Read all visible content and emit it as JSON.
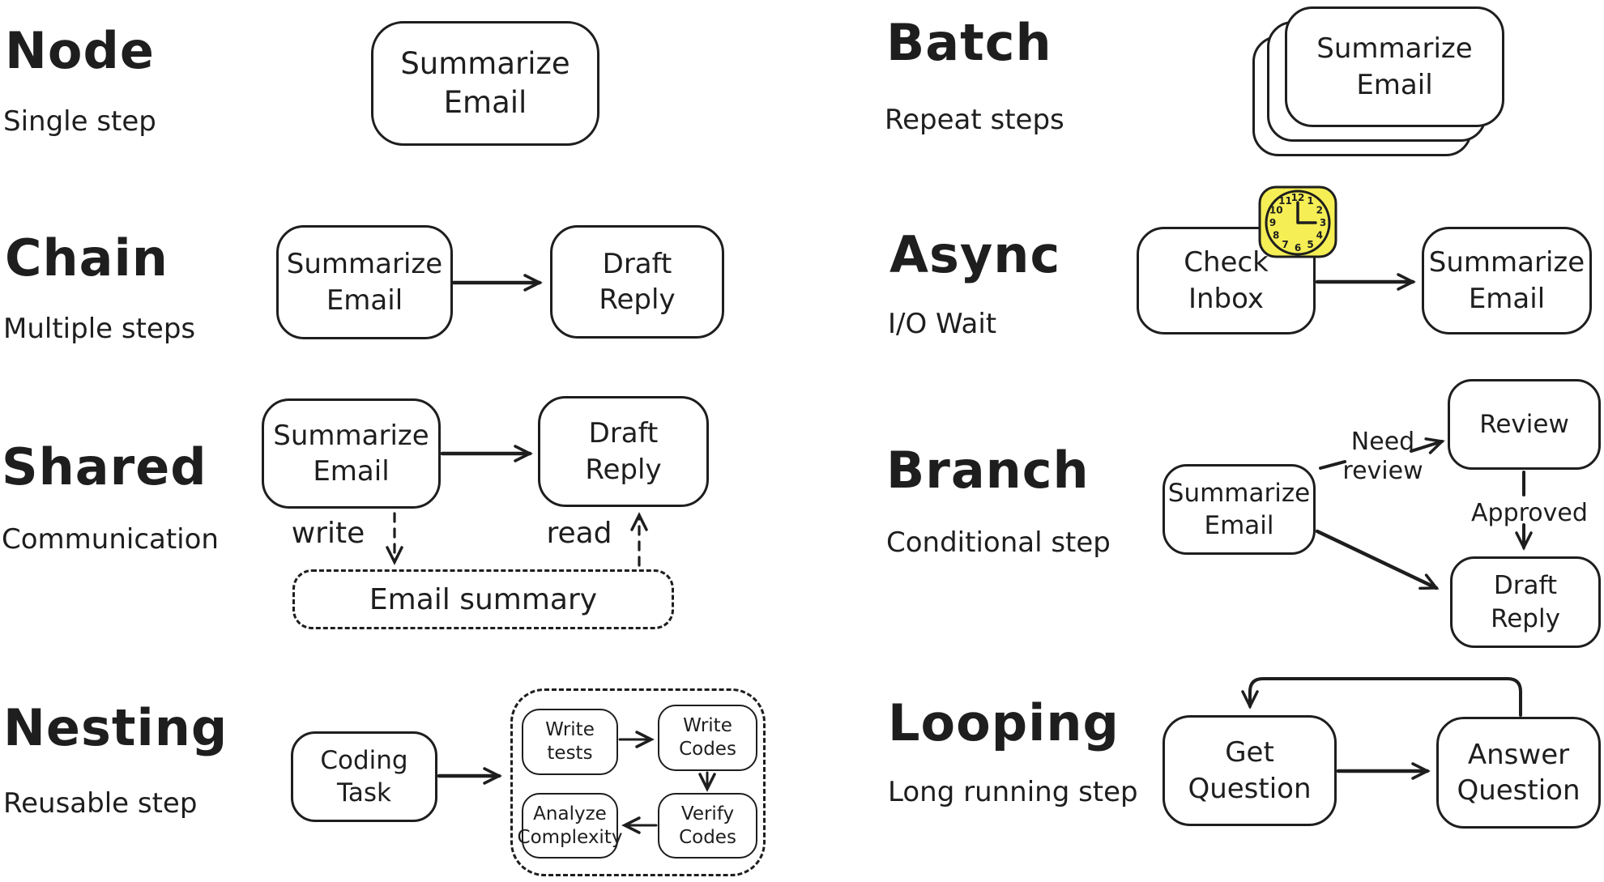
{
  "palette": {
    "ink": "#1e1e1e",
    "background": "#ffffff",
    "clock_fill": "#f5ee55"
  },
  "icons": {
    "clock": "clock-icon"
  },
  "sections": {
    "node": {
      "title": "Node",
      "subtitle": "Single step",
      "box": "Summarize\nEmail"
    },
    "chain": {
      "title": "Chain",
      "subtitle": "Multiple steps",
      "box1": "Summarize\nEmail",
      "box2": "Draft\nReply"
    },
    "shared": {
      "title": "Shared",
      "subtitle": "Communication",
      "box1": "Summarize\nEmail",
      "box2": "Draft\nReply",
      "write_label": "write",
      "read_label": "read",
      "store": "Email summary"
    },
    "nesting": {
      "title": "Nesting",
      "subtitle": "Reusable step",
      "box": "Coding\nTask",
      "inner_top_left": "Write\ntests",
      "inner_top_right": "Write\nCodes",
      "inner_bottom_left": "Analyze\nComplexity",
      "inner_bottom_right": "Verify\nCodes"
    },
    "batch": {
      "title": "Batch",
      "subtitle": "Repeat steps",
      "box": "Summarize\nEmail"
    },
    "async": {
      "title": "Async",
      "subtitle": "I/O Wait",
      "box1": "Check\nInbox",
      "box2": "Summarize\nEmail",
      "clock_numbers": [
        "12",
        "1",
        "2",
        "3",
        "4",
        "5",
        "6",
        "7",
        "8",
        "9",
        "10",
        "11"
      ]
    },
    "branch": {
      "title": "Branch",
      "subtitle": "Conditional step",
      "box1": "Summarize\nEmail",
      "box2": "Review",
      "box3": "Draft\nReply",
      "label_need": "Need\nreview",
      "label_approved": "Approved"
    },
    "looping": {
      "title": "Looping",
      "subtitle": "Long running step",
      "box1": "Get\nQuestion",
      "box2": "Answer\nQuestion"
    }
  }
}
